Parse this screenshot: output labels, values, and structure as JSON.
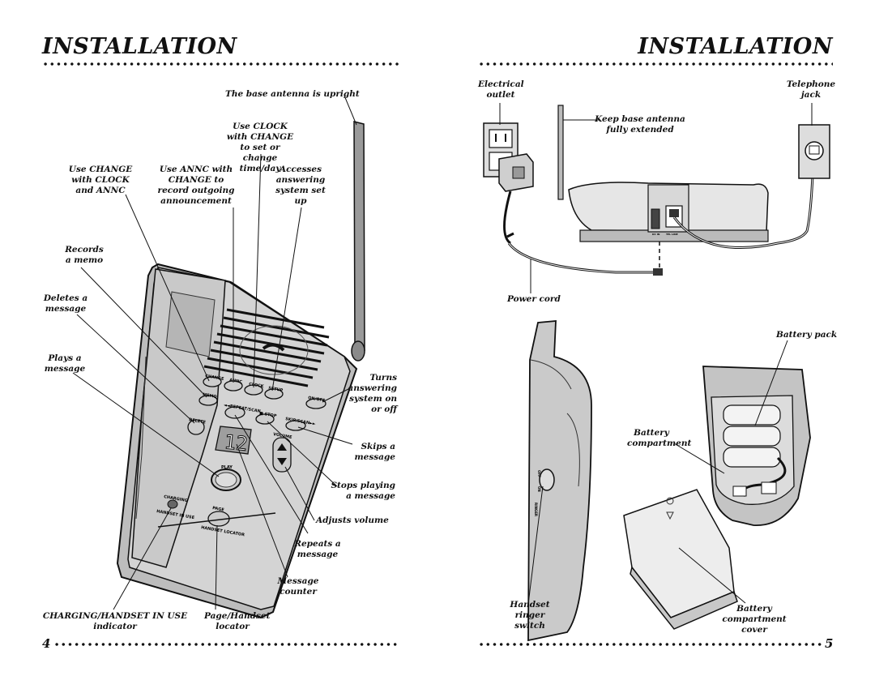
{
  "left_page": {
    "title": "INSTALLATION",
    "page_number": "4",
    "callouts": {
      "base_antenna": "The base antenna is upright",
      "use_clock": "Use CLOCK with CHANGE to set or change time/day",
      "use_change": "Use CHANGE with CLOCK and ANNC",
      "use_annc": "Use ANNC with CHANGE to record outgoing announcement",
      "accesses_setup": "Accesses answering system set up",
      "records_memo": "Records a memo",
      "deletes_message": "Deletes a message",
      "plays_message": "Plays a message",
      "turns_on_off": "Turns answering system on or off",
      "skips_message": "Skips a message",
      "stops_playing": "Stops playing a message",
      "adjusts_volume": "Adjusts volume",
      "repeats_message": "Repeats a message",
      "message_counter": "Message counter",
      "charging_indicator": "CHARGING/HANDSET IN USE indicator",
      "page_locator": "Page/Handset locator"
    },
    "device_labels": {
      "change": "CHANGE",
      "annc": "ANNC",
      "clock": "CLOCK",
      "setup": "SETUP",
      "memo": "MEMO",
      "on_off": "ON/OFF",
      "repeat": "◄◄REPEAT/SCAN",
      "stop": "■ STOP",
      "skip": "SKIP/SCAN►►",
      "delete": "DELETE",
      "volume": "VOLUME",
      "play": "PLAY",
      "charging": "CHARGING",
      "handset_in_use": "HANDSET IN USE",
      "page": "PAGE",
      "handset_locator": "HANDSET LOCATOR",
      "counter_digits": "12"
    }
  },
  "right_page": {
    "title": "INSTALLATION",
    "page_number": "5",
    "callouts": {
      "electrical_outlet": "Electrical outlet",
      "keep_antenna": "Keep base antenna fully extended",
      "telephone_jack": "Telephone jack",
      "power_cord": "Power cord",
      "battery_pack": "Battery pack",
      "battery_compartment": "Battery compartment",
      "handset_ringer": "Handset ringer switch",
      "battery_cover": "Battery compartment cover"
    },
    "device_labels": {
      "dc": "DC IN",
      "tel_line": "TEL LINE",
      "off": "OFF",
      "on": "ON",
      "ringer": "RINGER"
    }
  }
}
